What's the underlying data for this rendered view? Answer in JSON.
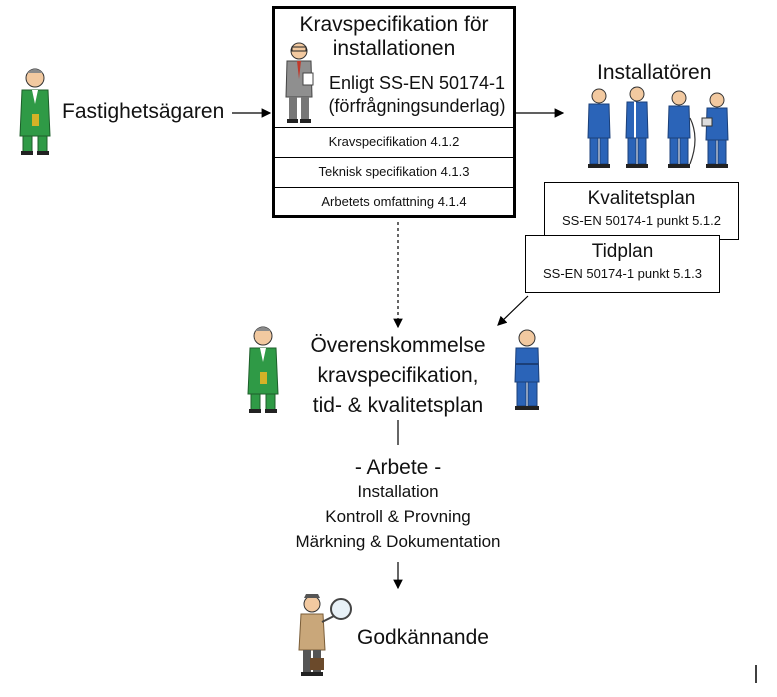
{
  "owner": {
    "label": "Fastighetsägaren"
  },
  "spec": {
    "title_line1": "Kravspecifikation för",
    "title_line2": "installationen",
    "sub_line1": "Enligt SS-EN 50174-1",
    "sub_line2": "(förfrågningsunderlag)",
    "rows": [
      "Kravspecifikation 4.1.2",
      "Teknisk specifikation 4.1.3",
      "Arbetets omfattning 4.1.4"
    ]
  },
  "installer": {
    "label": "Installatören"
  },
  "quality_plan": {
    "title": "Kvalitetsplan",
    "ref": "SS-EN 50174-1 punkt 5.1.2"
  },
  "time_plan": {
    "title": "Tidplan",
    "ref": "SS-EN 50174-1 punkt 5.1.3"
  },
  "agreement": {
    "line1": "Överenskommelse",
    "line2": "kravspecifikation,",
    "line3": "tid- & kvalitetsplan"
  },
  "work": {
    "heading": "- Arbete -",
    "items": [
      "Installation",
      "Kontroll & Provning",
      "Märkning & Dokumentation"
    ]
  },
  "approval": {
    "label": "Godkännande"
  },
  "colors": {
    "owner_suit": "#2f9a46",
    "worker_suit": "#2b64b8",
    "inspector_coat": "#c9a77a"
  }
}
